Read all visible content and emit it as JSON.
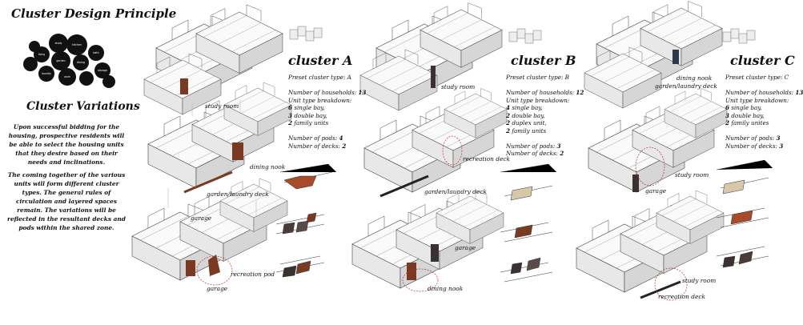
{
  "header": {
    "title": "Cluster Design Principle",
    "subtitle": "Cluster Variations"
  },
  "description": [
    "Upon successful bidding for the housing, prospective residents will be able to select the housing units that they desire based on their needs and inclinations.",
    "The coming together of the various units will form different cluster types. The general rules of circulation and layered spaces remain. The variations will be reflected in the resultant decks and pods within the shared zone."
  ],
  "clusters": [
    {
      "title": "cluster A",
      "type_line": "Preset cluster type: A",
      "households_label": "Number of households:",
      "households": "13",
      "breakdown_label": "Unit type breakdown:",
      "units": [
        {
          "n": "6",
          "t": "single bay,"
        },
        {
          "n": "3",
          "t": "double bay,"
        },
        {
          "n": "2",
          "t": "family units"
        }
      ],
      "pods_label": "Number of pods:",
      "pods": "4",
      "decks_label": "Number of decks:",
      "decks": "2"
    },
    {
      "title": "cluster B",
      "type_line": "Preset cluster type: B",
      "households_label": "Number of households:",
      "households": "12",
      "breakdown_label": "Unit type breakdown:",
      "units": [
        {
          "n": "4",
          "t": "single bay,"
        },
        {
          "n": "2",
          "t": "double bay,"
        },
        {
          "n": "2",
          "t": "duplex unit,"
        },
        {
          "n": "2",
          "t": "family units"
        }
      ],
      "pods_label": "Number of pods:",
      "pods": "3",
      "decks_label": "Number of decks:",
      "decks": "2"
    },
    {
      "title": "cluster C",
      "type_line": "Preset cluster type: C",
      "households_label": "Number of households:",
      "households": "13",
      "breakdown_label": "Unit type breakdown:",
      "units": [
        {
          "n": "6",
          "t": "single bay,"
        },
        {
          "n": "3",
          "t": "double bay,"
        },
        {
          "n": "2",
          "t": "family unites"
        }
      ],
      "pods_label": "Number of pods:",
      "pods": "3",
      "decks_label": "Number of decks:",
      "decks": "3"
    }
  ],
  "labels": {
    "a_study": "study room",
    "a_dining": "dining nook",
    "a_garden": "garden/laundry deck",
    "a_garage": "garage",
    "a_rec": "recreation pod",
    "b_study": "study room",
    "b_rec": "recreation deck",
    "b_garden": "garden/laundry deck",
    "b_garage": "garage",
    "b_dining": "dining nook",
    "c_dining": "dining nook",
    "c_garden": "garden/laundry deck",
    "c_study": "study room",
    "c_garage": "garage",
    "c_study2": "study room",
    "c_rec": "recreation deck"
  },
  "colors": {
    "accent_brown": "#7a3a22",
    "dark": "#3a3230",
    "beige": "#d8c7a8",
    "pink": "#d48a9a"
  }
}
